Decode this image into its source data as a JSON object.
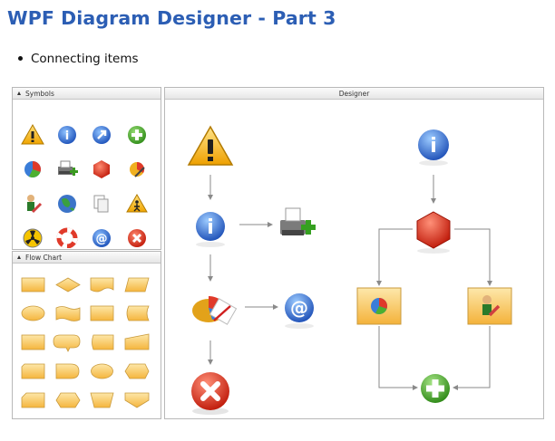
{
  "page": {
    "title": "WPF Diagram Designer - Part 3",
    "bullet": "Connecting items"
  },
  "panels": {
    "symbols": {
      "title": "Symbols"
    },
    "flowchart": {
      "title": "Flow Chart"
    },
    "designer": {
      "title": "Designer"
    }
  },
  "symbols_toolbox": [
    "warning-icon",
    "info-icon",
    "arrow-up-right-icon",
    "add-icon",
    "pie-chart-icon",
    "printer-add-icon",
    "stop-hexagon-icon",
    "chart-edit-icon",
    "user-edit-icon",
    "globe-icon",
    "documents-icon",
    "pedestrian-sign-icon",
    "radiation-icon",
    "lifebuoy-icon",
    "at-sign-icon",
    "delete-icon"
  ],
  "flowchart_toolbox": [
    "process-shape",
    "decision-shape",
    "document-shape",
    "data-shape",
    "terminator-shape",
    "punched-tape-shape",
    "predefined-process-shape",
    "stored-data-shape",
    "internal-storage-shape",
    "card-shape",
    "sequential-data-shape",
    "manual-input-shape",
    "manual-operation-shape",
    "delay-shape",
    "display-shape",
    "preparation-shape",
    "card-alt-shape",
    "hexagon-shape",
    "trapezoid-shape",
    "offpage-connector-shape"
  ],
  "designer_items": [
    "warning-icon",
    "info-icon",
    "printer-add-icon",
    "pie-chart-edit-icon",
    "at-sign-icon",
    "delete-icon",
    "info-icon-right",
    "stop-hexagon-icon",
    "pie-chart-box",
    "user-edit-box",
    "add-icon"
  ],
  "colors": {
    "title": "#2c5eb4",
    "shape_fill_top": "#fde7a8",
    "shape_fill_bottom": "#f5b53d",
    "shape_stroke": "#c99a3c",
    "connector": "#8a8a8a"
  }
}
